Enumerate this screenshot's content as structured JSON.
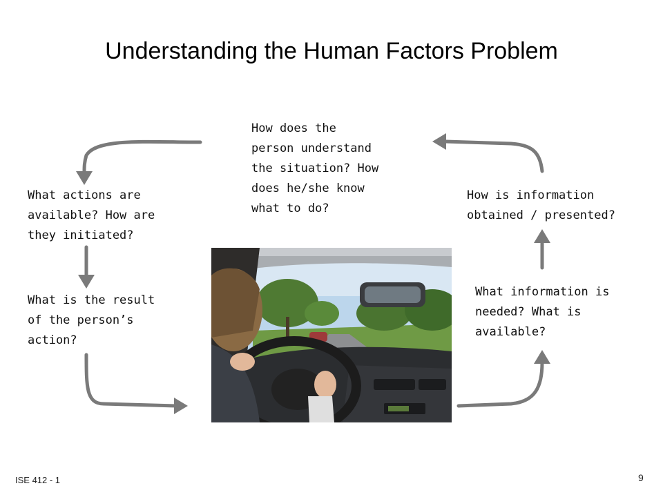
{
  "title": "Understanding the Human Factors Problem",
  "nodes": {
    "understand": "How does the\nperson understand\nthe situation? How\ndoes he/she know\nwhat to do?",
    "actions": "What actions are\navailable? How are\nthey initiated?",
    "result": "What is the result\nof the person’s\naction?",
    "presented": "How is information\nobtained / presented?",
    "needed": "What information is\nneeded? What is\navailable?"
  },
  "footer": {
    "course": "ISE 412 - 1",
    "page": "9"
  },
  "colors": {
    "arrow": "#7a7a7a",
    "sky": "#bcd6ec",
    "dashboard": "#2b2d30",
    "trees": "#4f7a33"
  },
  "photo_subject": "driver-at-steering-wheel"
}
